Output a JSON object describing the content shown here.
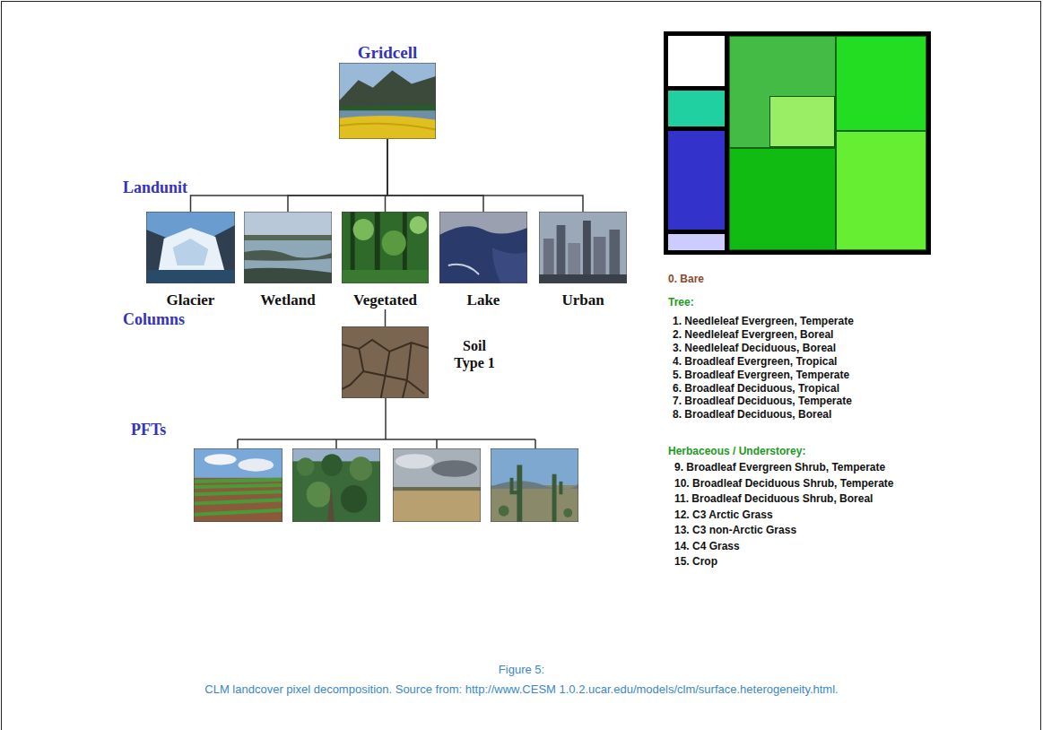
{
  "diagram": {
    "caption": "CLM landcover pixel decomposition. Source from: http://www.CESM 1.0.2.ucar.edu/models/clm/surface.heterogeneity.html.",
    "nodes": [
      {
        "text": [
          "Gridcell"
        ]
      },
      {
        "text": [
          "Glacier"
        ]
      },
      {
        "text": [
          "Wetland"
        ]
      },
      {
        "text": [
          "Vegetated"
        ]
      },
      {
        "text": [
          "Lake"
        ]
      },
      {
        "text": [
          "Urban"
        ]
      },
      {
        "text": [
          "Soil Type 1"
        ]
      }
    ],
    "edges": [
      {
        "from": 0,
        "to": 1,
        "arrow": "none"
      },
      {
        "from": 0,
        "to": 2,
        "arrow": "none"
      },
      {
        "from": 0,
        "to": 3,
        "arrow": "none"
      },
      {
        "from": 0,
        "to": 4,
        "arrow": "none"
      },
      {
        "from": 0,
        "to": 5,
        "arrow": "none"
      },
      {
        "from": 3,
        "to": 6,
        "arrow": "none"
      }
    ],
    "labels": [
      "Landunit",
      "Columns",
      "PFTs",
      "0. Bare",
      "Tree:",
      "1. Needleleaf Evergreen, Temperate",
      "2. Needleleaf Evergreen, Boreal",
      "3. Needleleaf Deciduous, Boreal",
      "4. Broadleaf Evergreen, Tropical",
      "5. Broadleaf Evergreen, Temperate",
      "6. Broadleaf Deciduous, Tropical",
      "7. Broadleaf Deciduous, Temperate",
      "8. Broadleaf Deciduous, Boreal",
      "Herbaceous / Understorey:",
      "9. Broadleaf Evergreen Shrub, Temperate",
      "10. Broadleaf Deciduous Shrub, Temperate",
      "11. Broadleaf Deciduous Shrub, Boreal",
      "12. C3 Arctic Grass",
      "13. C3 non-Arctic Grass",
      "14. C4 Grass",
      "15. Crop",
      "Figure 5:"
    ]
  }
}
